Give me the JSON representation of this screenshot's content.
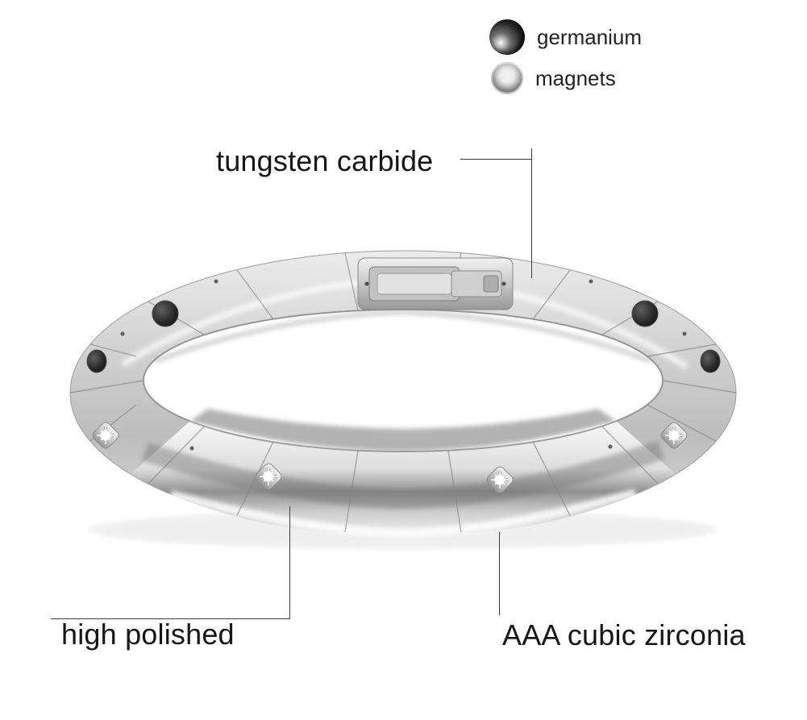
{
  "page": {
    "background": "#ffffff"
  },
  "legend": {
    "items": [
      {
        "label": "germanium",
        "icon": "germanium-sphere-icon",
        "color": "#111111"
      },
      {
        "label": "magnets",
        "icon": "magnets-sphere-icon",
        "color": "#b5b5b5"
      }
    ]
  },
  "callouts": {
    "tungsten_carbide": {
      "label": "tungsten carbide"
    },
    "high_polished": {
      "label": "high polished"
    },
    "aaa_cubic_zirconia": {
      "label": "AAA cubic zirconia"
    }
  },
  "colors": {
    "text": "#1c1c1c",
    "callout_line": "#3c3c3c",
    "metal_light": "#f0f0f0",
    "metal_mid": "#c6c6c6",
    "metal_dark": "#7a7a7a",
    "magnet": "#1f1f1f",
    "stone": "#ffffff"
  }
}
